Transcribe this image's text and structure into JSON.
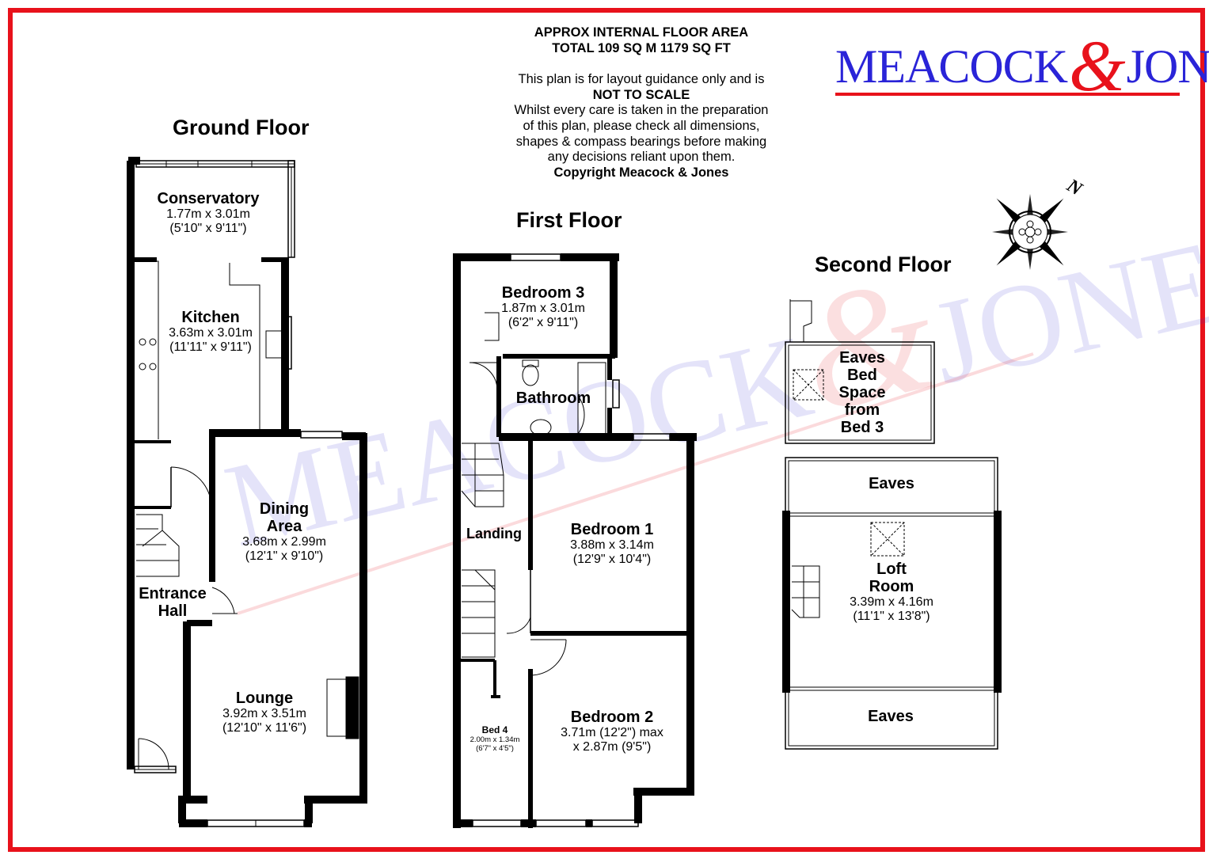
{
  "header": {
    "area_line1": "APPROX INTERNAL FLOOR AREA",
    "area_line2": "TOTAL 109 SQ M 1179 SQ FT",
    "disclaimer_1": "This plan is for layout guidance only and is",
    "disclaimer_2": "NOT TO SCALE",
    "disclaimer_3": "Whilst every care is taken in the preparation",
    "disclaimer_4": "of this plan, please check all dimensions,",
    "disclaimer_5": "shapes & compass bearings before making",
    "disclaimer_6": "any decisions reliant upon them.",
    "copyright": "Copyright Meacock & Jones"
  },
  "logo": {
    "part1": "MEACOCK",
    "amp": "&",
    "part2": "JONES"
  },
  "compass": {
    "north_label": "N"
  },
  "floors": {
    "ground": {
      "title": "Ground Floor",
      "conservatory": {
        "name": "Conservatory",
        "dim_m": "1.77m x 3.01m",
        "dim_ft": "(5'10\" x 9'11\")"
      },
      "kitchen": {
        "name": "Kitchen",
        "dim_m": "3.63m x 3.01m",
        "dim_ft": "(11'11\" x 9'11\")"
      },
      "dining": {
        "name1": "Dining",
        "name2": "Area",
        "dim_m": "3.68m x 2.99m",
        "dim_ft": "(12'1\" x 9'10\")"
      },
      "entrance": {
        "name1": "Entrance",
        "name2": "Hall"
      },
      "lounge": {
        "name": "Lounge",
        "dim_m": "3.92m x 3.51m",
        "dim_ft": "(12'10\" x 11'6\")"
      }
    },
    "first": {
      "title": "First Floor",
      "bedroom3": {
        "name": "Bedroom 3",
        "dim_m": "1.87m x 3.01m",
        "dim_ft": "(6'2\" x 9'11\")"
      },
      "bathroom": {
        "name": "Bathroom"
      },
      "landing": {
        "name": "Landing"
      },
      "bedroom1": {
        "name": "Bedroom 1",
        "dim_m": "3.88m x 3.14m",
        "dim_ft": "(12'9\" x 10'4\")"
      },
      "bedroom2": {
        "name": "Bedroom 2",
        "dim_m": "3.71m (12'2\") max",
        "dim_ft": "x 2.87m (9'5\")"
      },
      "bed4": {
        "name": "Bed 4",
        "dim_m": "2.00m x 1.34m",
        "dim_ft": "(6'7\" x 4'5\")"
      }
    },
    "second": {
      "title": "Second Floor",
      "eaves_bed": {
        "l1": "Eaves",
        "l2": "Bed",
        "l3": "Space",
        "l4": "from",
        "l5": "Bed 3"
      },
      "eaves_top": "Eaves",
      "loft": {
        "name1": "Loft",
        "name2": "Room",
        "dim_m": "3.39m x 4.16m",
        "dim_ft": "(11'1\" x 13'8\")"
      },
      "eaves_bottom": "Eaves"
    }
  },
  "colors": {
    "frame": "#e8121b",
    "logo_blue": "#2a24d8",
    "wall": "#000000"
  }
}
